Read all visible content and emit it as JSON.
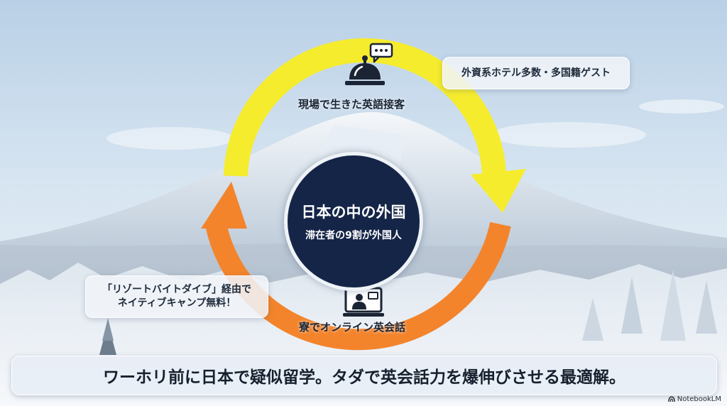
{
  "diagram": {
    "center": {
      "title": "日本の中の外国",
      "subtitle": "滞在者の9割が外国人"
    },
    "nodes": {
      "top": {
        "label": "現場で生きた英語接客",
        "icon": "service-bell-icon"
      },
      "bottom": {
        "label": "寮でオンライン英会話",
        "icon": "video-call-icon"
      }
    },
    "callouts": {
      "top": "外資系ホテル多数・多国籍ゲスト",
      "left_line1": "「リゾートバイトダイブ」経由で",
      "left_line2": "ネイティブキャンプ無料！"
    },
    "arrows": {
      "top_color": "#f5ec2e",
      "bottom_color": "#f3842c"
    }
  },
  "banner": {
    "text": "ワーホリ前に日本で疑似留学。タダで英会話力を爆伸びさせる最適解。"
  },
  "brand": {
    "name": "NotebookLM"
  }
}
